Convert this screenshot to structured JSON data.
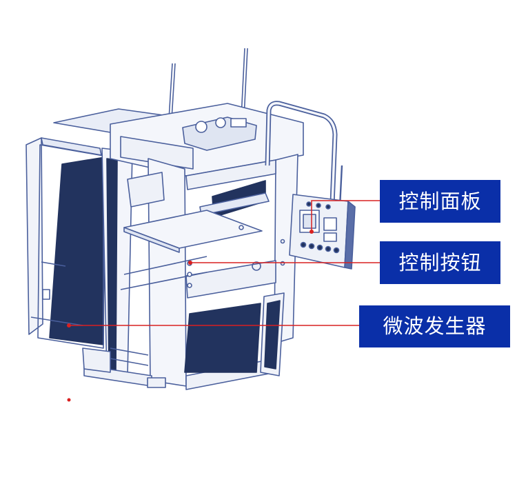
{
  "callouts": {
    "control_panel": "控制面板",
    "control_buttons": "控制按钮",
    "microwave_generator": "微波发生器"
  },
  "colors": {
    "label_bg": "#0a2fa8",
    "leader_line": "#d92020",
    "outline": "#4a5f9c",
    "dark_panel": "#22335e",
    "frame_fill": "#f4f6fb"
  }
}
